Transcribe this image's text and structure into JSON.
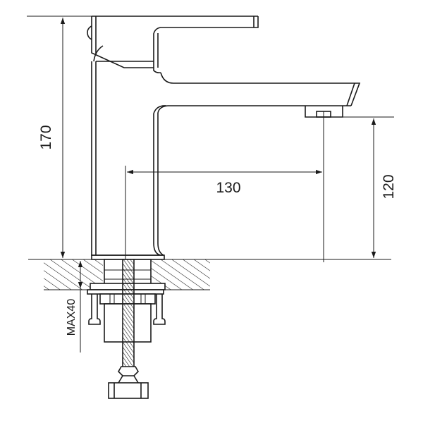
{
  "drawing": {
    "subject": "basin faucet side elevation with mounting hardware",
    "line_color": "#1a1a1a",
    "background": "#ffffff"
  },
  "dimensions": {
    "total_height": {
      "label": "170",
      "orientation": "vertical"
    },
    "spout_reach": {
      "label": "130",
      "orientation": "horizontal"
    },
    "spout_height": {
      "label": "120",
      "orientation": "vertical"
    },
    "max_counter_thickness": {
      "label": "MAX40",
      "orientation": "vertical"
    }
  }
}
